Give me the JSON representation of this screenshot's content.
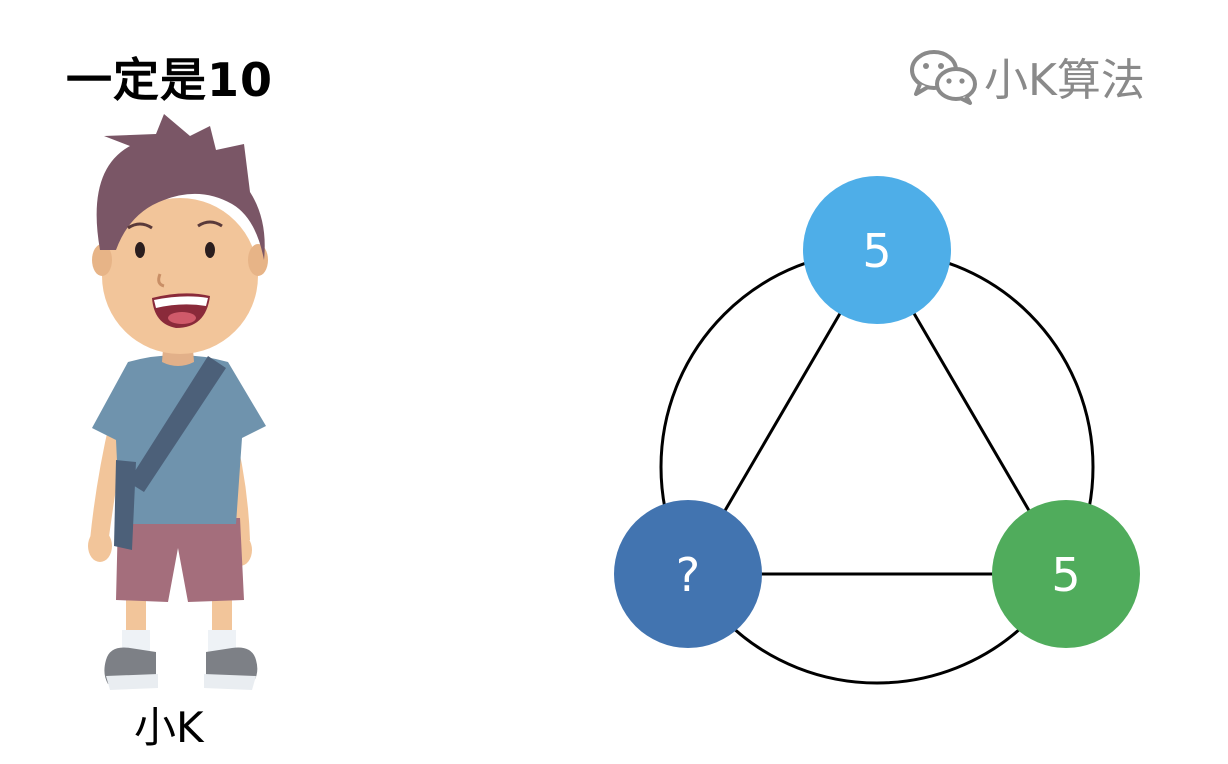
{
  "caption": "一定是10",
  "brand": {
    "icon": "wechat-icon",
    "name": "小K算法",
    "color": "#8a8a8a"
  },
  "character": {
    "name": "小K"
  },
  "graph": {
    "nodes": [
      {
        "id": "top",
        "label": "5",
        "color": "#4eaee8"
      },
      {
        "id": "left",
        "label": "?",
        "color": "#4274b0"
      },
      {
        "id": "right",
        "label": "5",
        "color": "#50ac5c"
      }
    ],
    "edges": [
      [
        "top",
        "left"
      ],
      [
        "top",
        "right"
      ],
      [
        "left",
        "right"
      ]
    ],
    "outer_circle": true
  }
}
